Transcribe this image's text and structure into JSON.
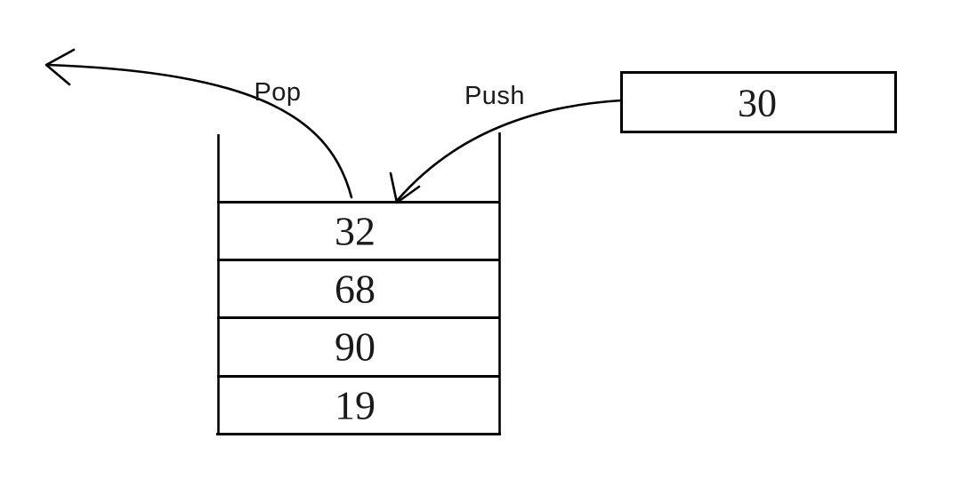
{
  "labels": {
    "pop": "Pop",
    "push": "Push"
  },
  "push_box": {
    "value": "30"
  },
  "stack": {
    "cells": [
      "32",
      "68",
      "90",
      "19"
    ]
  },
  "colors": {
    "background": "#ffffff",
    "line": "#000000",
    "text": "#1a1a1a"
  }
}
